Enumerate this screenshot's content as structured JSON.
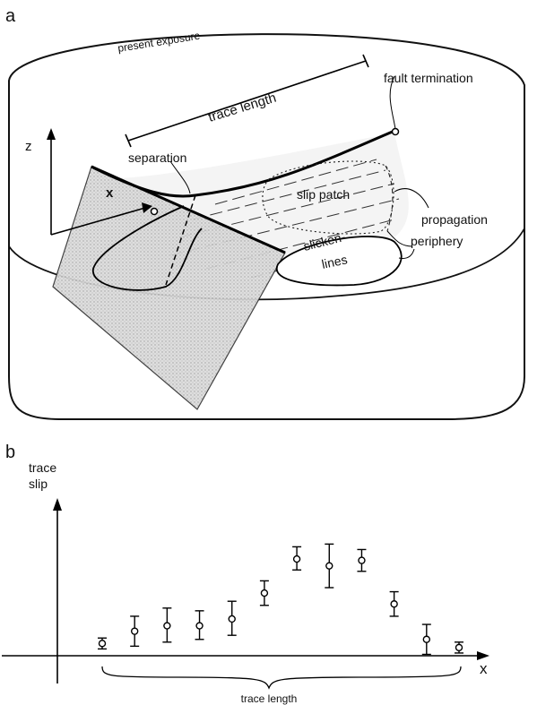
{
  "panel_a": {
    "label": "a",
    "labels": {
      "present_exposure": "present exposure",
      "trace_length": "trace length",
      "fault_termination": "fault termination",
      "z_axis": "z",
      "separation": "separation",
      "x_axis": "x",
      "slip_patch": "slip patch",
      "propagation": "propagation",
      "periphery": "periphery",
      "slicken": "slicken-",
      "lines": "lines"
    }
  },
  "panel_b": {
    "label": "b",
    "y_label_line1": "trace",
    "y_label_line2": "slip",
    "x_label": "x",
    "brace_label": "trace length"
  },
  "chart_data": {
    "type": "scatter",
    "title": "",
    "xlabel": "x",
    "ylabel": "trace slip",
    "ylim": [
      0,
      10
    ],
    "x": [
      1,
      2,
      3,
      4,
      5,
      6,
      7,
      8,
      9,
      10,
      11,
      12
    ],
    "values": [
      0.9,
      1.8,
      2.2,
      2.2,
      2.7,
      4.6,
      7.1,
      6.6,
      7.0,
      3.8,
      1.2,
      0.6
    ],
    "error_low": [
      0.4,
      1.1,
      1.2,
      1.0,
      1.2,
      0.9,
      0.8,
      1.6,
      0.8,
      0.9,
      1.1,
      0.4
    ],
    "error_high": [
      0.4,
      1.1,
      1.3,
      1.1,
      1.3,
      0.9,
      0.9,
      1.6,
      0.8,
      0.9,
      1.1,
      0.4
    ],
    "grid": false,
    "legend": "none"
  }
}
